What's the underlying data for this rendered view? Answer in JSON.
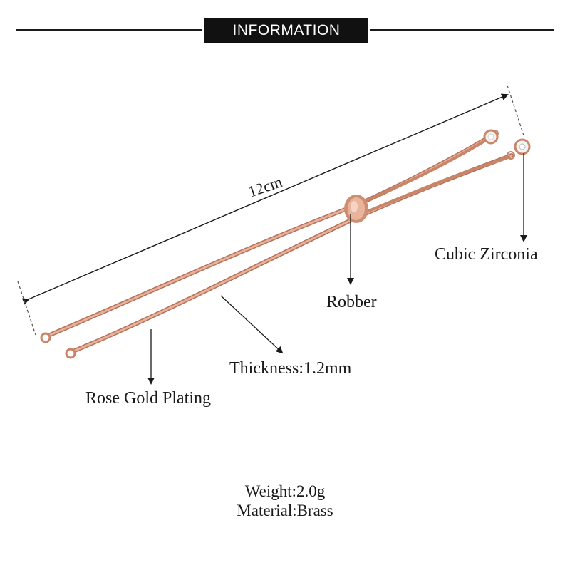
{
  "header": {
    "title": "INFORMATION"
  },
  "dimension": {
    "length_label": "12cm"
  },
  "callouts": {
    "cubic_zirconia": "Cubic Zirconia",
    "robber": "Robber",
    "thickness": "Thickness:1.2mm",
    "plating": "Rose Gold Plating"
  },
  "specs": {
    "weight": "Weight:2.0g",
    "material": "Material:Brass"
  },
  "colors": {
    "chain": "#d9977a",
    "chain_shadow": "#b8705a",
    "ink": "#1a1a1a",
    "header_bg": "#111111"
  }
}
